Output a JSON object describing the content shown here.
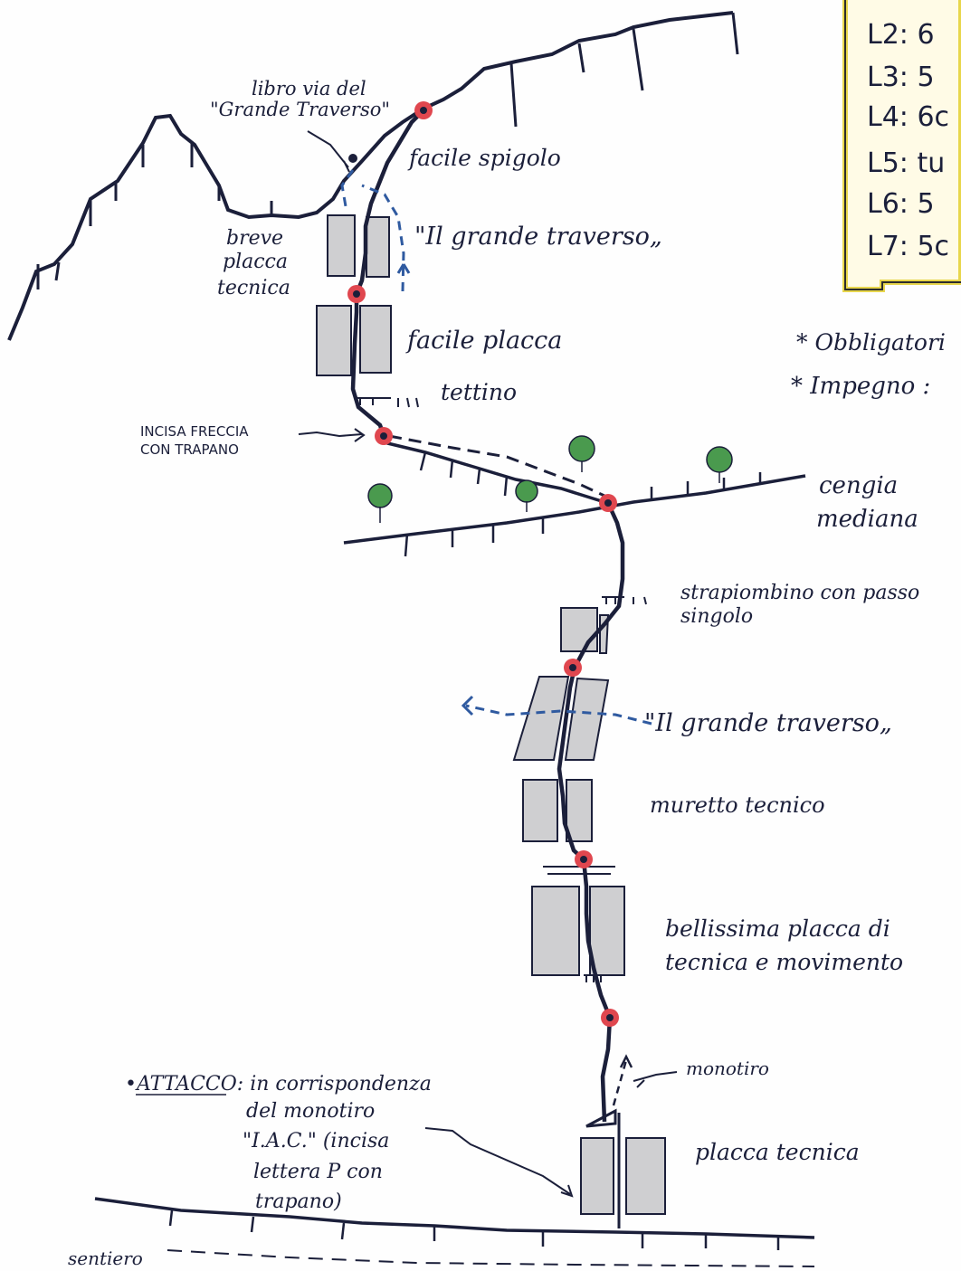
{
  "labels": {
    "book": "libro via del",
    "book_name": "\"Grande Traverso\"",
    "easy_arete": "facile spigolo",
    "traverse_top": "\"Il grande traverso„",
    "short_slab_1": "breve",
    "short_slab_2": "placca",
    "short_slab_3": "tecnica",
    "easy_slab": "facile placca",
    "small_roof": "tettino",
    "engraved_arrow_1": "INCISA FRECCIA",
    "engraved_arrow_2": "CON TRAPANO",
    "ledge_1": "cengia",
    "ledge_2": "mediana",
    "overhang_1": "strapiombino con passo",
    "overhang_2": "singolo",
    "traverse_mid": "\"Il grande traverso„",
    "tech_wall": "muretto tecnico",
    "beautiful_slab_1": "bellissima placca di",
    "beautiful_slab_2": "tecnica e movimento",
    "single_pitch": "monotiro",
    "start_1": "•ATTACCO: in corrispondenza",
    "start_2": "del monotiro",
    "start_3": "\"I.A.C.\" (incisa",
    "start_4": "lettera P con",
    "start_5": "trapano)",
    "tech_slab": "placca tecnica",
    "path": "sentiero",
    "mandatory": "* Obbligatori",
    "commitment": "* Impegno :"
  },
  "legend": {
    "items": [
      "L2: 6",
      "L3: 5",
      "L4: 6c",
      "L5: tu",
      "L6: 5",
      "L7: 5c"
    ]
  },
  "colors": {
    "ink": "#1b1f3a",
    "belay_red": "#e0474f",
    "traverse_blue": "#2f5aa0",
    "rock_grey": "#c9c9cb",
    "tree_green": "#3f9a45",
    "legend_yellow": "#f4ea7c"
  }
}
